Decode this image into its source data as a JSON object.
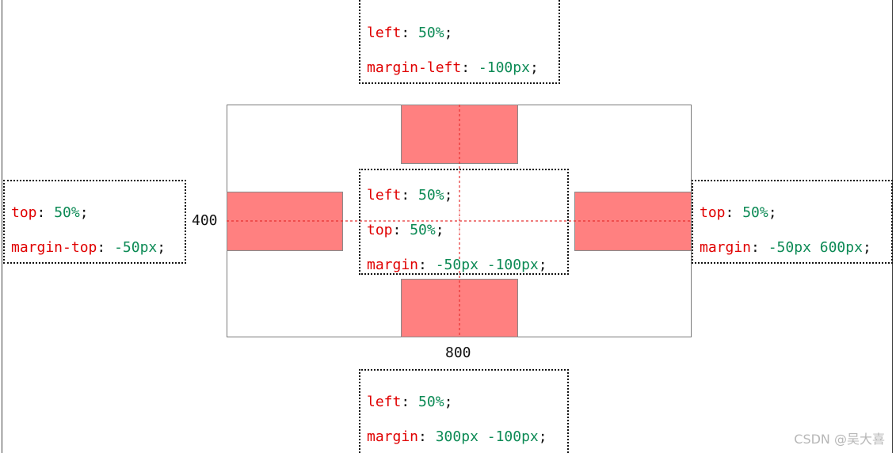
{
  "colors": {
    "block_fill": "#ff8080",
    "property": "#e00000",
    "value": "#0c8a55",
    "guide": "#e53030"
  },
  "dimensions": {
    "width_label": "800",
    "height_label": "400"
  },
  "boxes": {
    "top": {
      "line1": {
        "prop": "left",
        "sep": ": ",
        "val": "50%",
        "end": ";"
      },
      "line2": {
        "prop": "margin-left",
        "sep": ": ",
        "val": "-100px",
        "end": ";"
      }
    },
    "left": {
      "line1": {
        "prop": "top",
        "sep": ": ",
        "val": "50%",
        "end": ";"
      },
      "line2": {
        "prop": "margin-top",
        "sep": ": ",
        "val": "-50px",
        "end": ";"
      }
    },
    "center": {
      "line1": {
        "prop": "left",
        "sep": ": ",
        "val": "50%",
        "end": ";"
      },
      "line2": {
        "prop": "top",
        "sep": ": ",
        "val": "50%",
        "end": ";"
      },
      "line3": {
        "prop": "margin",
        "sep": ": ",
        "val": "-50px -100px",
        "end": ";"
      }
    },
    "right": {
      "line1": {
        "prop": "top",
        "sep": ": ",
        "val": "50%",
        "end": ";"
      },
      "line2": {
        "prop": "margin",
        "sep": ": ",
        "val": "-50px 600px",
        "end": ";"
      }
    },
    "bottom": {
      "line1": {
        "prop": "left",
        "sep": ": ",
        "val": "50%",
        "end": ";"
      },
      "line2": {
        "prop": "margin",
        "sep": ": ",
        "val": "300px -100px",
        "end": ";"
      }
    }
  },
  "watermark": "CSDN @吴大喜"
}
